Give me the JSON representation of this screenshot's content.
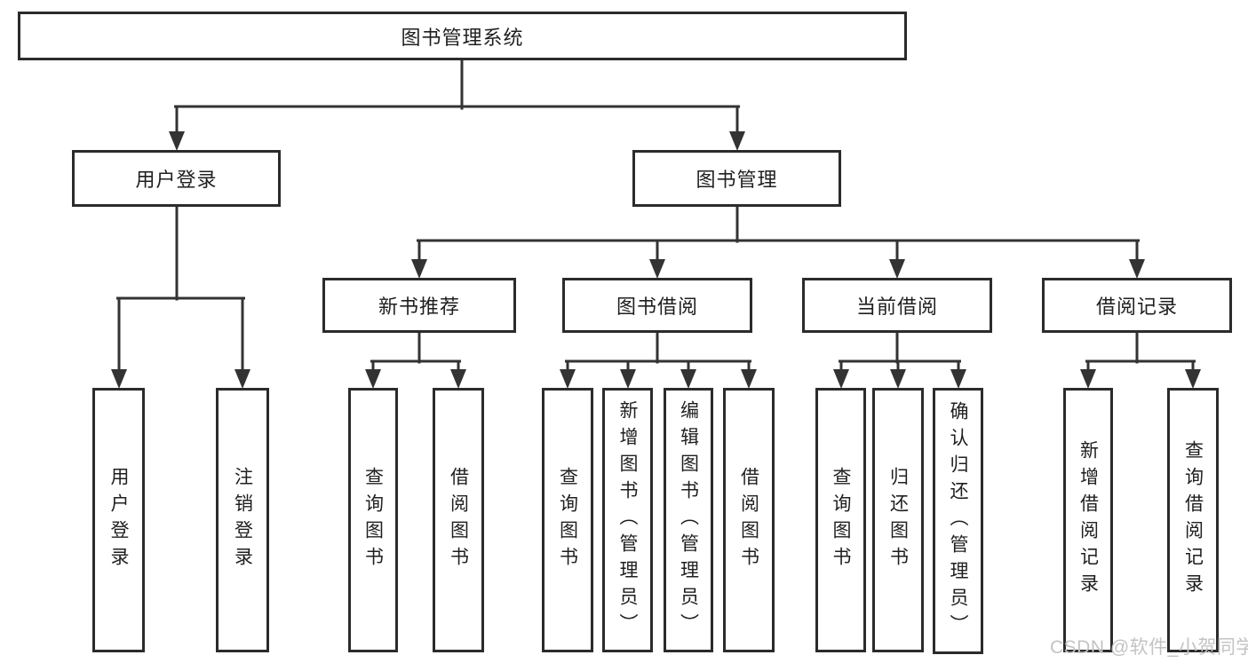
{
  "diagram": {
    "root": {
      "label": "图书管理系统"
    },
    "branches": [
      {
        "label": "用户登录",
        "children": [
          {
            "label": "用户登录"
          },
          {
            "label": "注销登录"
          }
        ]
      },
      {
        "label": "图书管理",
        "children": [
          {
            "label": "新书推荐",
            "children": [
              {
                "label": "查询图书"
              },
              {
                "label": "借阅图书"
              }
            ]
          },
          {
            "label": "图书借阅",
            "children": [
              {
                "label": "查询图书"
              },
              {
                "label": "新增图书（管理员）"
              },
              {
                "label": "编辑图书（管理员）"
              },
              {
                "label": "借阅图书"
              }
            ]
          },
          {
            "label": "当前借阅",
            "children": [
              {
                "label": "查询图书"
              },
              {
                "label": "归还图书"
              },
              {
                "label": "确认归还（管理员）"
              }
            ]
          },
          {
            "label": "借阅记录",
            "children": [
              {
                "label": "新增借阅记录"
              },
              {
                "label": "查询借阅记录"
              }
            ]
          }
        ]
      }
    ]
  },
  "colors": {
    "line": "#333333",
    "border": "#2b2b2b",
    "text": "#1f1f1f",
    "watermark": "#c3c3c3"
  },
  "watermark": {
    "text": "CSDN @软件_小贺同学"
  }
}
